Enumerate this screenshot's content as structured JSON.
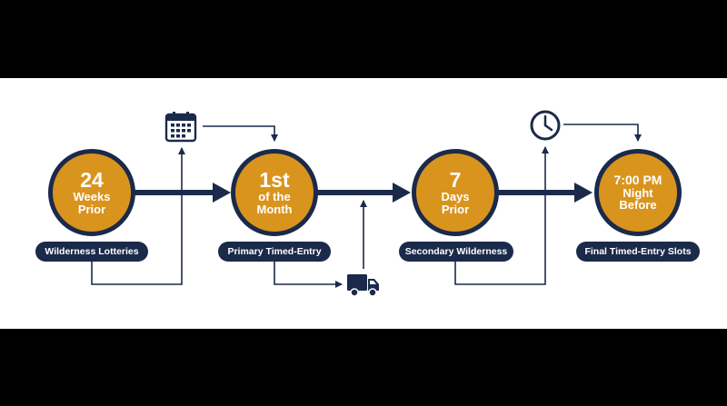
{
  "colors": {
    "navy": "#1B2A4A",
    "gold": "#D9941E",
    "background": "#FFFFFF",
    "frame": "#000000"
  },
  "icons": [
    "calendar-icon",
    "clock-icon",
    "truck-icon"
  ],
  "milestones": [
    {
      "line1": "24",
      "line2": "Weeks",
      "line3": "Prior",
      "label": "Wilderness Lotteries"
    },
    {
      "line1": "1st",
      "line2": "of the",
      "line3": "Month",
      "label": "Primary Timed-Entry"
    },
    {
      "line1": "7",
      "line2": "Days",
      "line3": "Prior",
      "label": "Secondary Wilderness"
    },
    {
      "line1": "7:00 PM",
      "line2": "Night",
      "line3": "Before",
      "label": "Final Timed-Entry Slots"
    }
  ]
}
